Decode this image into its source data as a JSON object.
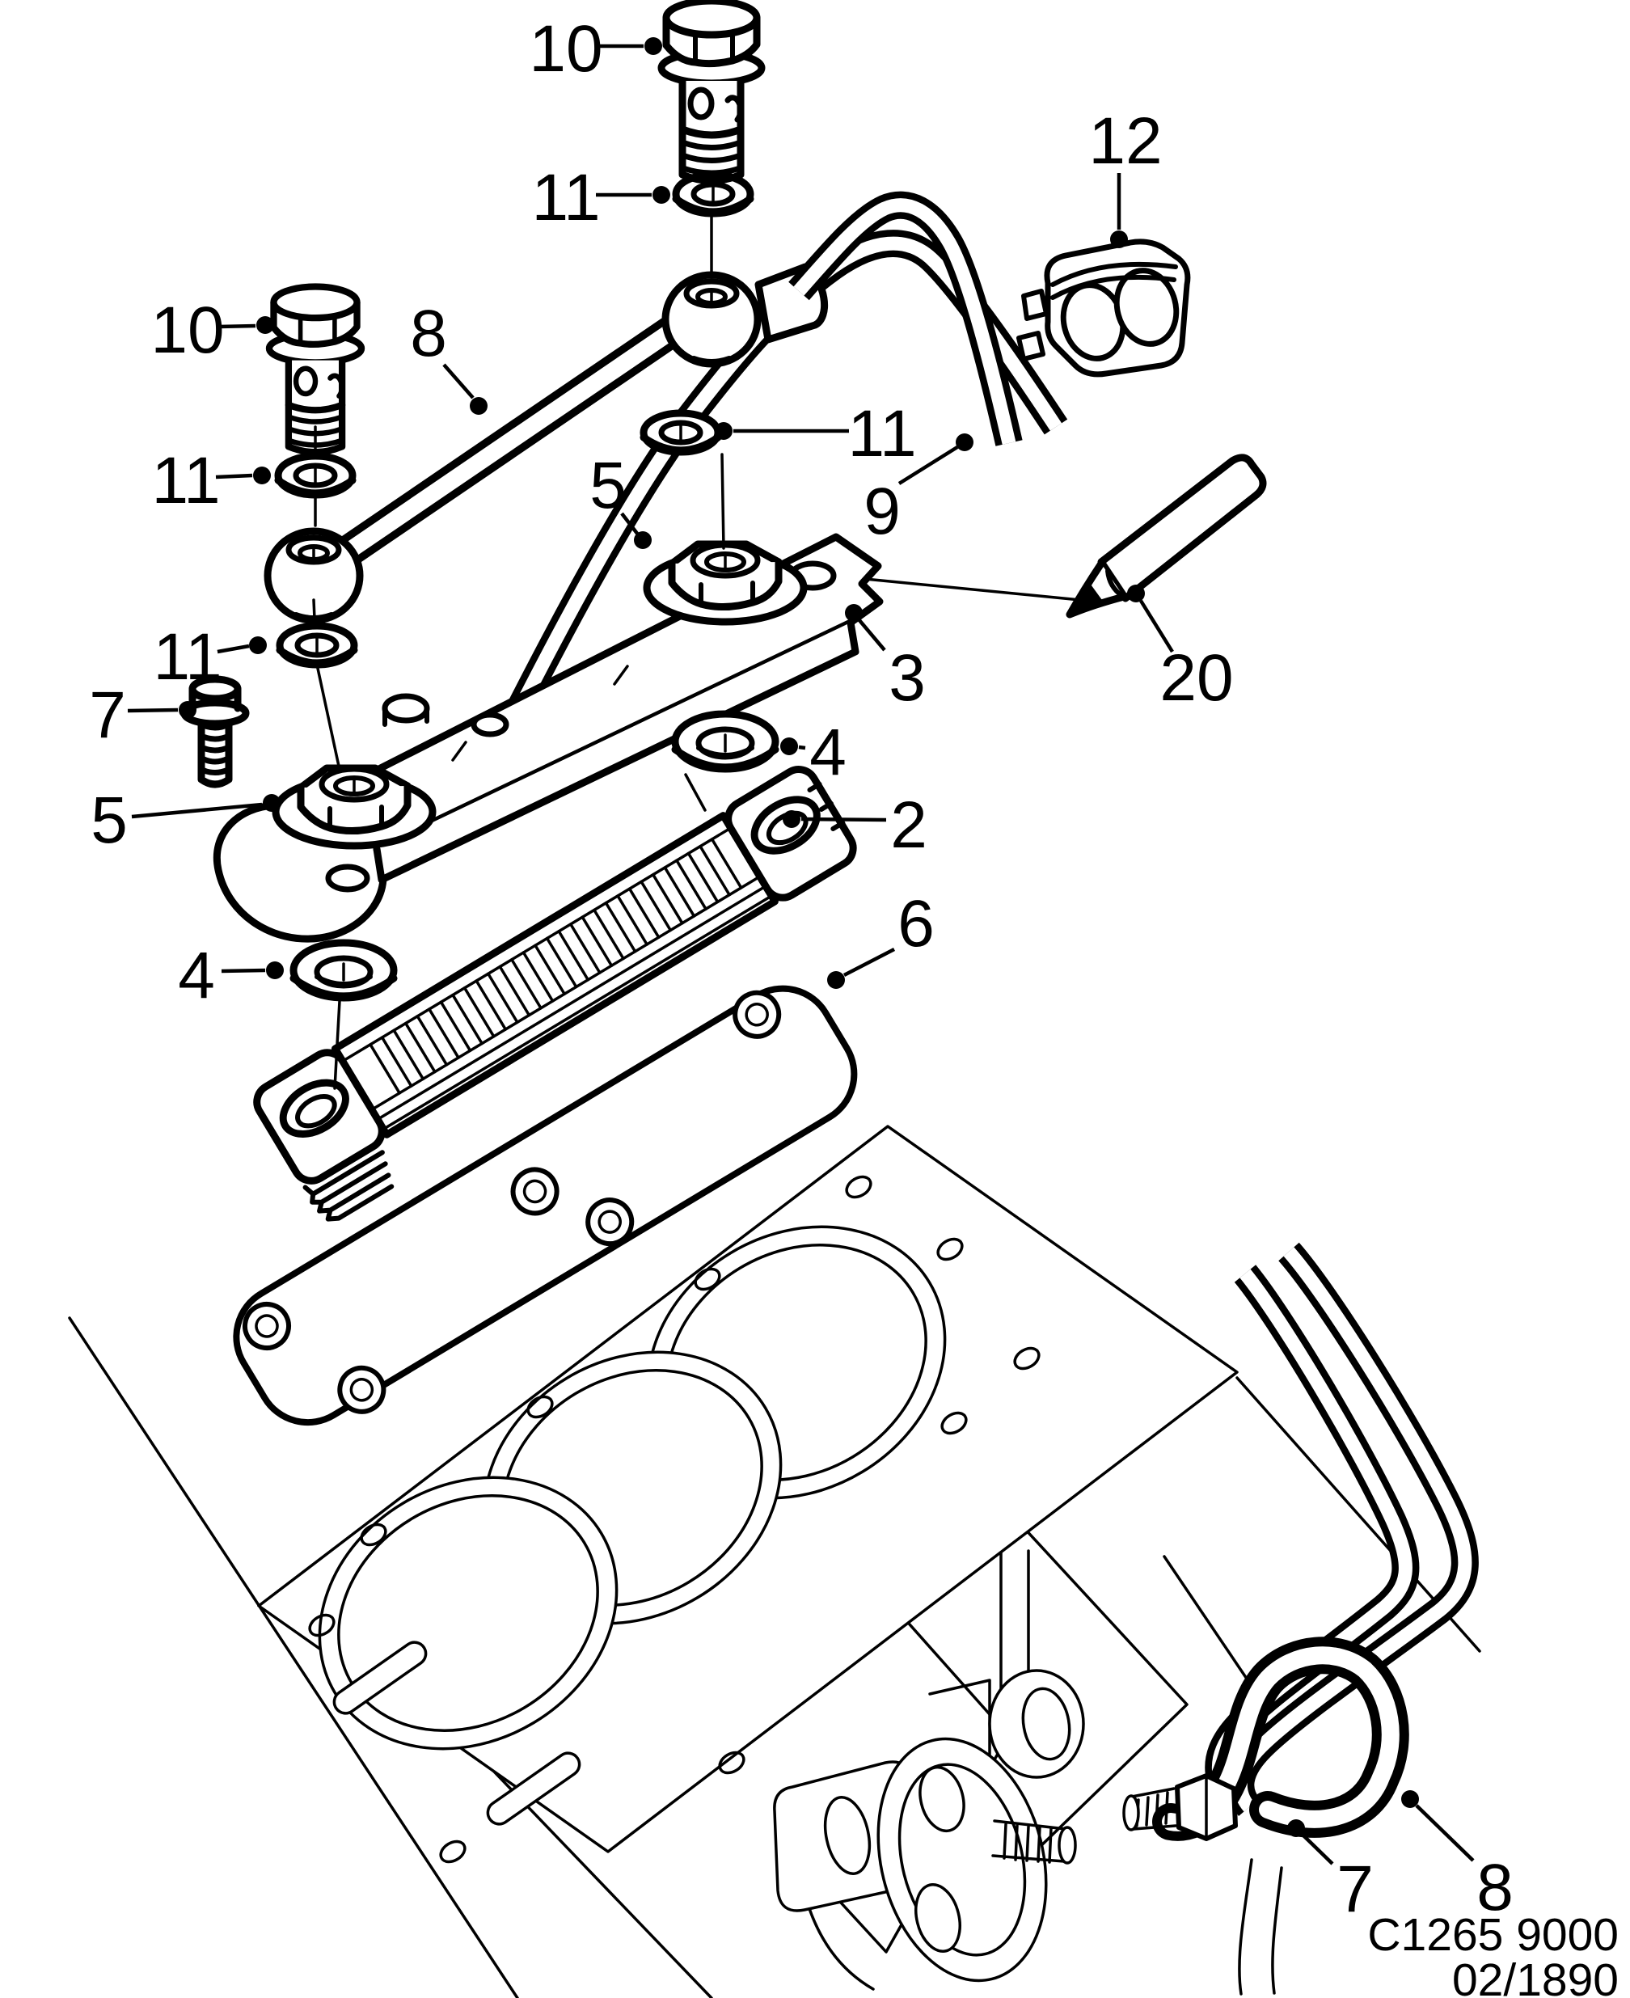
{
  "figure": {
    "kind": "exploded-parts-diagram",
    "subject": "engine oil cooler assembly",
    "background_color": "#ffffff",
    "line_color": "#000000"
  },
  "callouts": [
    {
      "label": "10",
      "part": "banjo-bolt-top"
    },
    {
      "label": "11",
      "part": "seal-washer-top"
    },
    {
      "label": "10",
      "part": "banjo-bolt-left"
    },
    {
      "label": "8",
      "part": "oil-pipe-upper"
    },
    {
      "label": "11",
      "part": "seal-washer-left-upper"
    },
    {
      "label": "11",
      "part": "seal-washer-left-lower"
    },
    {
      "label": "7",
      "part": "flange-screw"
    },
    {
      "label": "5",
      "part": "nut-left"
    },
    {
      "label": "5",
      "part": "nut-right"
    },
    {
      "label": "11",
      "part": "seal-washer-right"
    },
    {
      "label": "9",
      "part": "oil-pipe-return"
    },
    {
      "label": "12",
      "part": "pipe-clamp"
    },
    {
      "label": "3",
      "part": "cover-plate"
    },
    {
      "label": "20",
      "part": "sealant-stick"
    },
    {
      "label": "4",
      "part": "seal-ring-right"
    },
    {
      "label": "2",
      "part": "oil-cooler-core"
    },
    {
      "label": "6",
      "part": "cooler-gasket"
    },
    {
      "label": "4",
      "part": "seal-ring-left"
    },
    {
      "label": "7",
      "part": "pipe-fitting-bottom"
    },
    {
      "label": "8",
      "part": "oil-hose-bottom"
    }
  ],
  "footer": {
    "drawing_code": "C1265 9000",
    "revision": "02/1890"
  }
}
